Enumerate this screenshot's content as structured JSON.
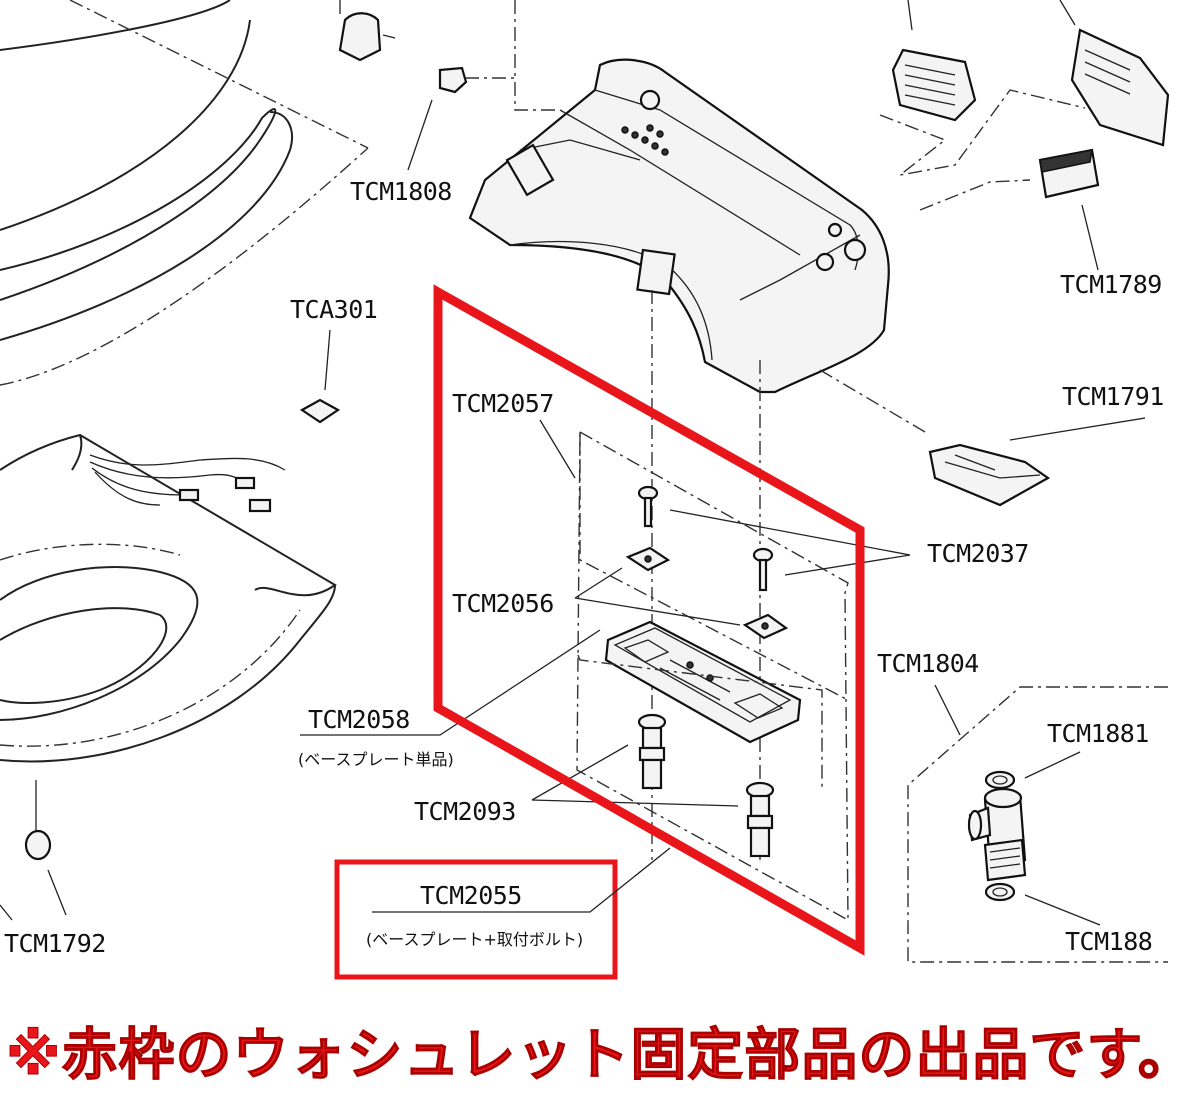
{
  "labels": {
    "tcm1808": "TCM1808",
    "tcm1789": "TCM1789",
    "tca301": "TCA301",
    "tcm2057": "TCM2057",
    "tcm1791": "TCM1791",
    "tcm2037": "TCM2037",
    "tcm2056": "TCM2056",
    "tcm1804": "TCM1804",
    "tcm1881_top": "TCM1881",
    "tcm2058": "TCM2058",
    "tcm2058_note": "(ベースプレート単品)",
    "tcm2093": "TCM2093",
    "tcm2055": "TCM2055",
    "tcm2055_note": "(ベースプレート+取付ボルト)",
    "tcm1792": "TCM1792",
    "tcm1881_bottom": "TCM188"
  },
  "caption": "※赤枠のウォシュレット固定部品の出品です。",
  "colors": {
    "highlight": "#e8151b",
    "line": "#222222",
    "background": "#ffffff"
  }
}
